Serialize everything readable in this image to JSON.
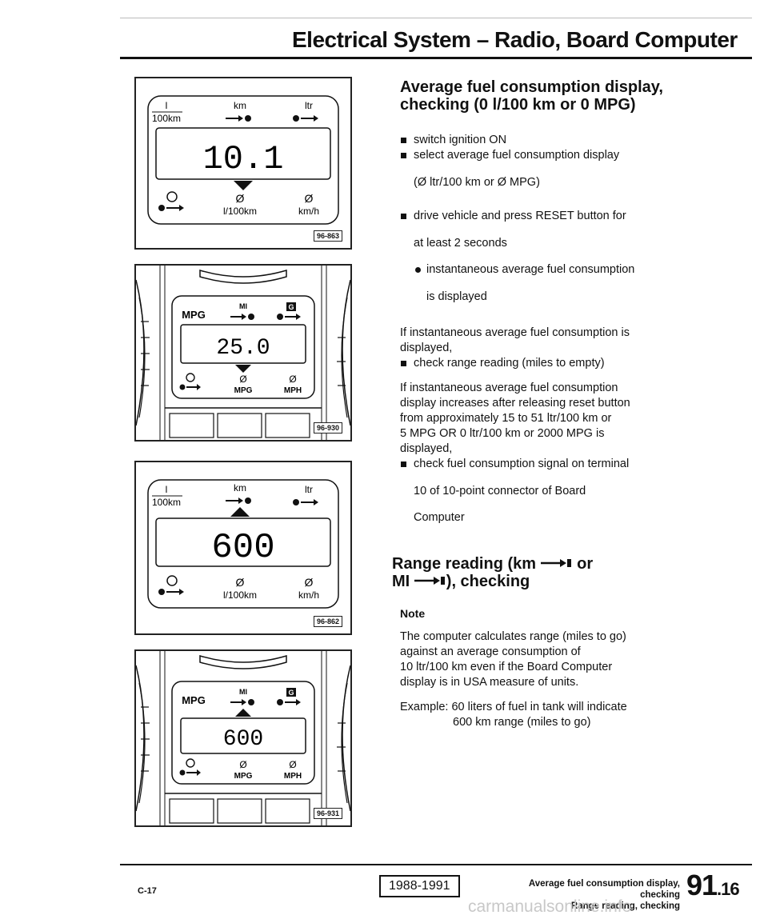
{
  "header": {
    "title": "Electrical System – Radio, Board Computer"
  },
  "figures": {
    "fig1": {
      "id": "96-863",
      "label_lper100": "l",
      "label_100km": "100km",
      "label_km": "km",
      "label_ltr": "ltr",
      "digits": "10.1",
      "avg_sym_left": "Ø",
      "avg_sym_right": "Ø",
      "bottom_mid": "l/100km",
      "bottom_right": "km/h"
    },
    "fig2": {
      "id": "96-930",
      "mpg": "MPG",
      "mi": "MI",
      "g": "G",
      "digits": "25.0",
      "avg_l": "Ø",
      "avg_r": "Ø",
      "bottom_mid": "MPG",
      "bottom_right": "MPH"
    },
    "fig3": {
      "id": "96-862",
      "label_lper100": "l",
      "label_100km": "100km",
      "label_km": "km",
      "label_ltr": "ltr",
      "digits": "600",
      "avg_sym_left": "Ø",
      "avg_sym_right": "Ø",
      "bottom_mid": "l/100km",
      "bottom_right": "km/h"
    },
    "fig4": {
      "id": "96-931",
      "mpg": "MPG",
      "mi": "MI",
      "g": "G",
      "digits": "600",
      "avg_l": "Ø",
      "avg_r": "Ø",
      "bottom_mid": "MPG",
      "bottom_right": "MPH"
    }
  },
  "section1": {
    "heading": "Average fuel consumption display, checking (0 l/100 km or 0 MPG)",
    "bullets": [
      "switch ignition ON",
      "select average fuel consumption display",
      "(Ø ltr/100 km or Ø MPG)",
      "drive vehicle and press RESET button for",
      "at least 2 seconds",
      "instantaneous average fuel consumption",
      "is displayed"
    ],
    "if1": "If instantaneous average fuel consumption is",
    "if1b": "displayed,",
    "check_range": "check range reading (miles to empty)",
    "if2": [
      "If instantaneous average fuel consumption",
      "display increases after releasing reset button",
      "from approximately 15 to 51 ltr/100 km or",
      "5 MPG OR 0 ltr/100 km or 2000 MPG is",
      "displayed,"
    ],
    "check_signal": [
      "check fuel consumption signal on terminal",
      "10 of 10-point connector of Board",
      "Computer"
    ]
  },
  "section2": {
    "heading_a": "Range reading (km ",
    "heading_b": " or",
    "heading_c": "MI ",
    "heading_d": "), checking",
    "note_label": "Note",
    "note_lines": [
      "The computer calculates range (miles to go)",
      "against an average consumption of",
      "10 ltr/100 km even if the Board Computer",
      "display is in USA measure of units."
    ],
    "example": "Example: 60 liters of fuel in tank will indicate",
    "example2": "600 km range (miles to go)"
  },
  "footer": {
    "page": "C-17",
    "years": "1988-1991",
    "desc1": "Average fuel consumption display, checking",
    "desc2": "Range reading, checking",
    "num_main": "91",
    "num_sub": ".16",
    "watermark": "carmanualsonline.info"
  }
}
